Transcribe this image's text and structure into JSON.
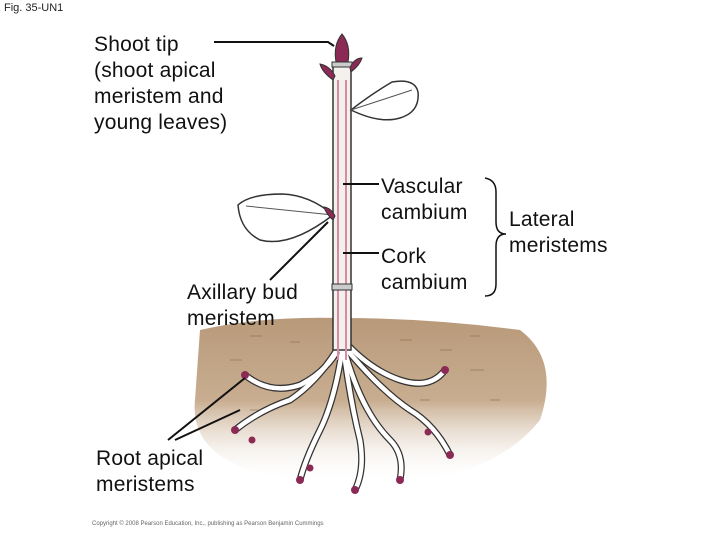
{
  "figure": {
    "number": "Fig. 35-UN1",
    "copyright": "Copyright © 2008 Pearson Education, Inc., publishing as Pearson Benjamin Cummings"
  },
  "labels": {
    "shoot_tip": [
      "Shoot tip",
      "(shoot apical",
      "meristem and",
      "young leaves)"
    ],
    "vascular_cambium": [
      "Vascular",
      "cambium"
    ],
    "cork_cambium": [
      "Cork",
      "cambium"
    ],
    "lateral_meristems": [
      "Lateral",
      "meristems"
    ],
    "axillary_bud": [
      "Axillary bud",
      "meristem"
    ],
    "root_apical": [
      "Root apical",
      "meristems"
    ]
  },
  "colors": {
    "soil": "#bfa283",
    "stem": "#f4f0ec",
    "vascular": "#d98aa6",
    "bud": "#8a2a55",
    "leaf": "#ffffff",
    "outline": "#222222"
  }
}
